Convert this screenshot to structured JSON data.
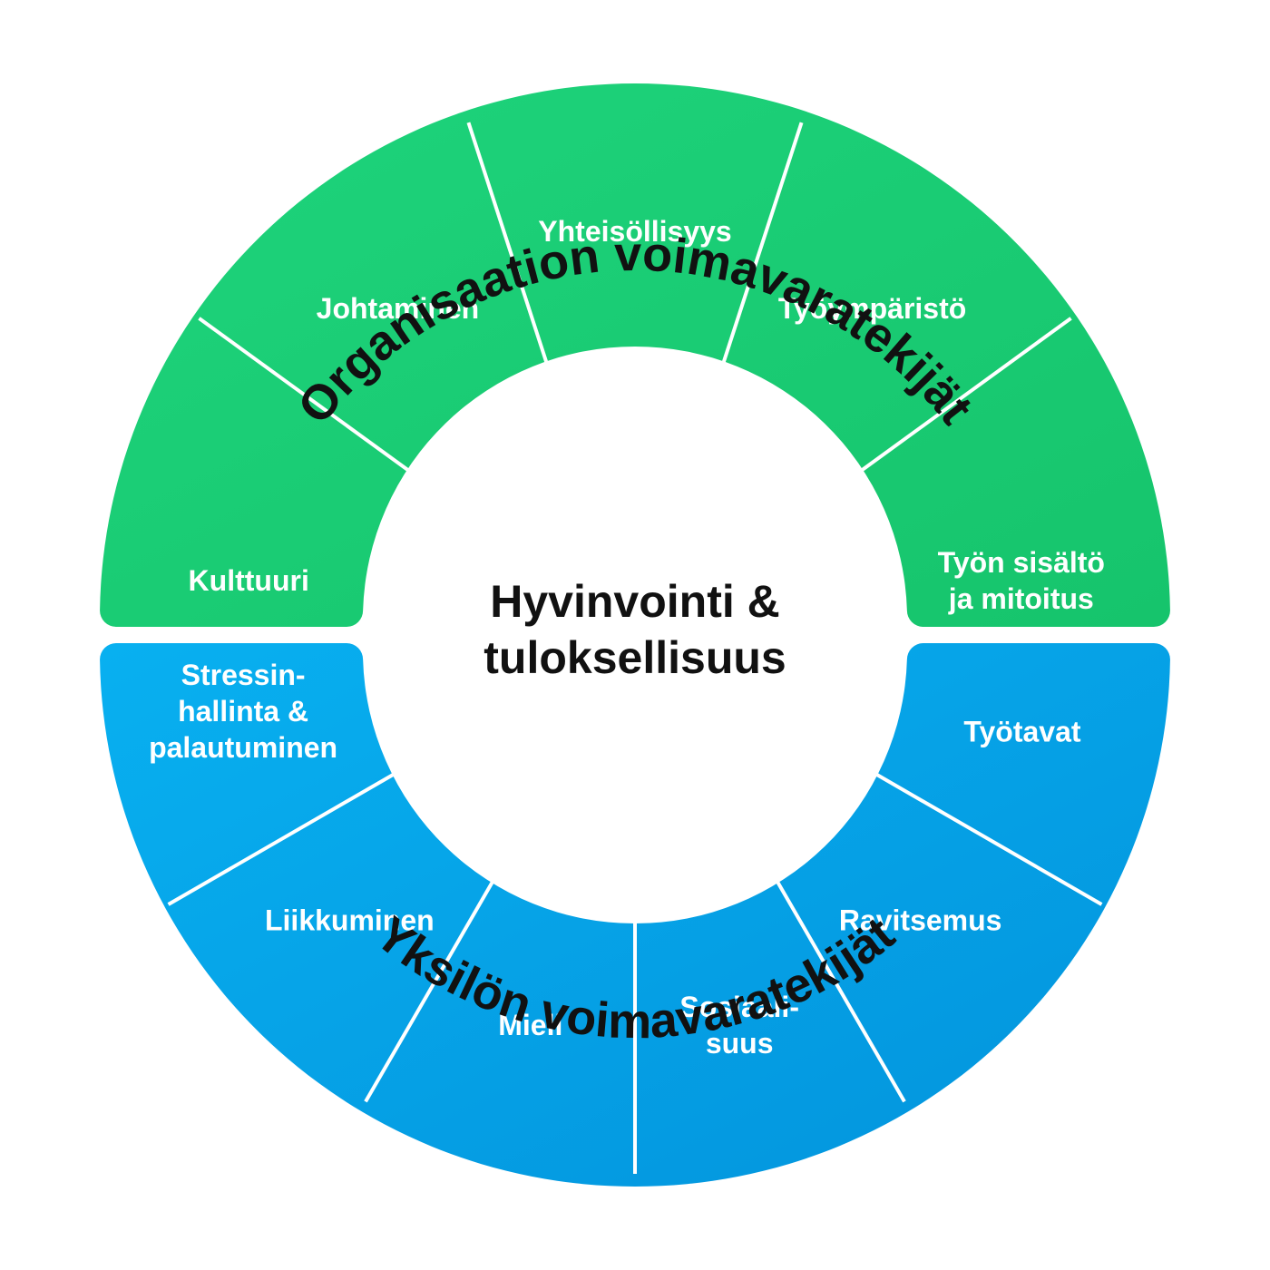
{
  "center": {
    "line1": "Hyvinvointi &",
    "line2": "tuloksellisuus"
  },
  "top_group": {
    "title": "Organisaation voimavaratekijät",
    "colors": {
      "start": "#1ed47c",
      "end": "#16c46c"
    },
    "segments": [
      {
        "lines": [
          "Kulttuuri"
        ]
      },
      {
        "lines": [
          "Johtaminen"
        ]
      },
      {
        "lines": [
          "Yhteisöllisyys"
        ]
      },
      {
        "lines": [
          "Työympäristö"
        ]
      },
      {
        "lines": [
          "Työn sisältö",
          "ja mitoitus"
        ]
      }
    ]
  },
  "bottom_group": {
    "title": "Yksilön voimavaratekijät",
    "colors": {
      "start": "#08b0f0",
      "end": "#0393dc"
    },
    "segments": [
      {
        "lines": [
          "Stressin-",
          "hallinta &",
          "palautuminen"
        ]
      },
      {
        "lines": [
          "Liikkuminen"
        ]
      },
      {
        "lines": [
          "Mieli"
        ]
      },
      {
        "lines": [
          "Sosiaali-",
          "suus"
        ]
      },
      {
        "lines": [
          "Ravitsemus"
        ]
      },
      {
        "lines": [
          "Työtavat"
        ]
      }
    ]
  }
}
